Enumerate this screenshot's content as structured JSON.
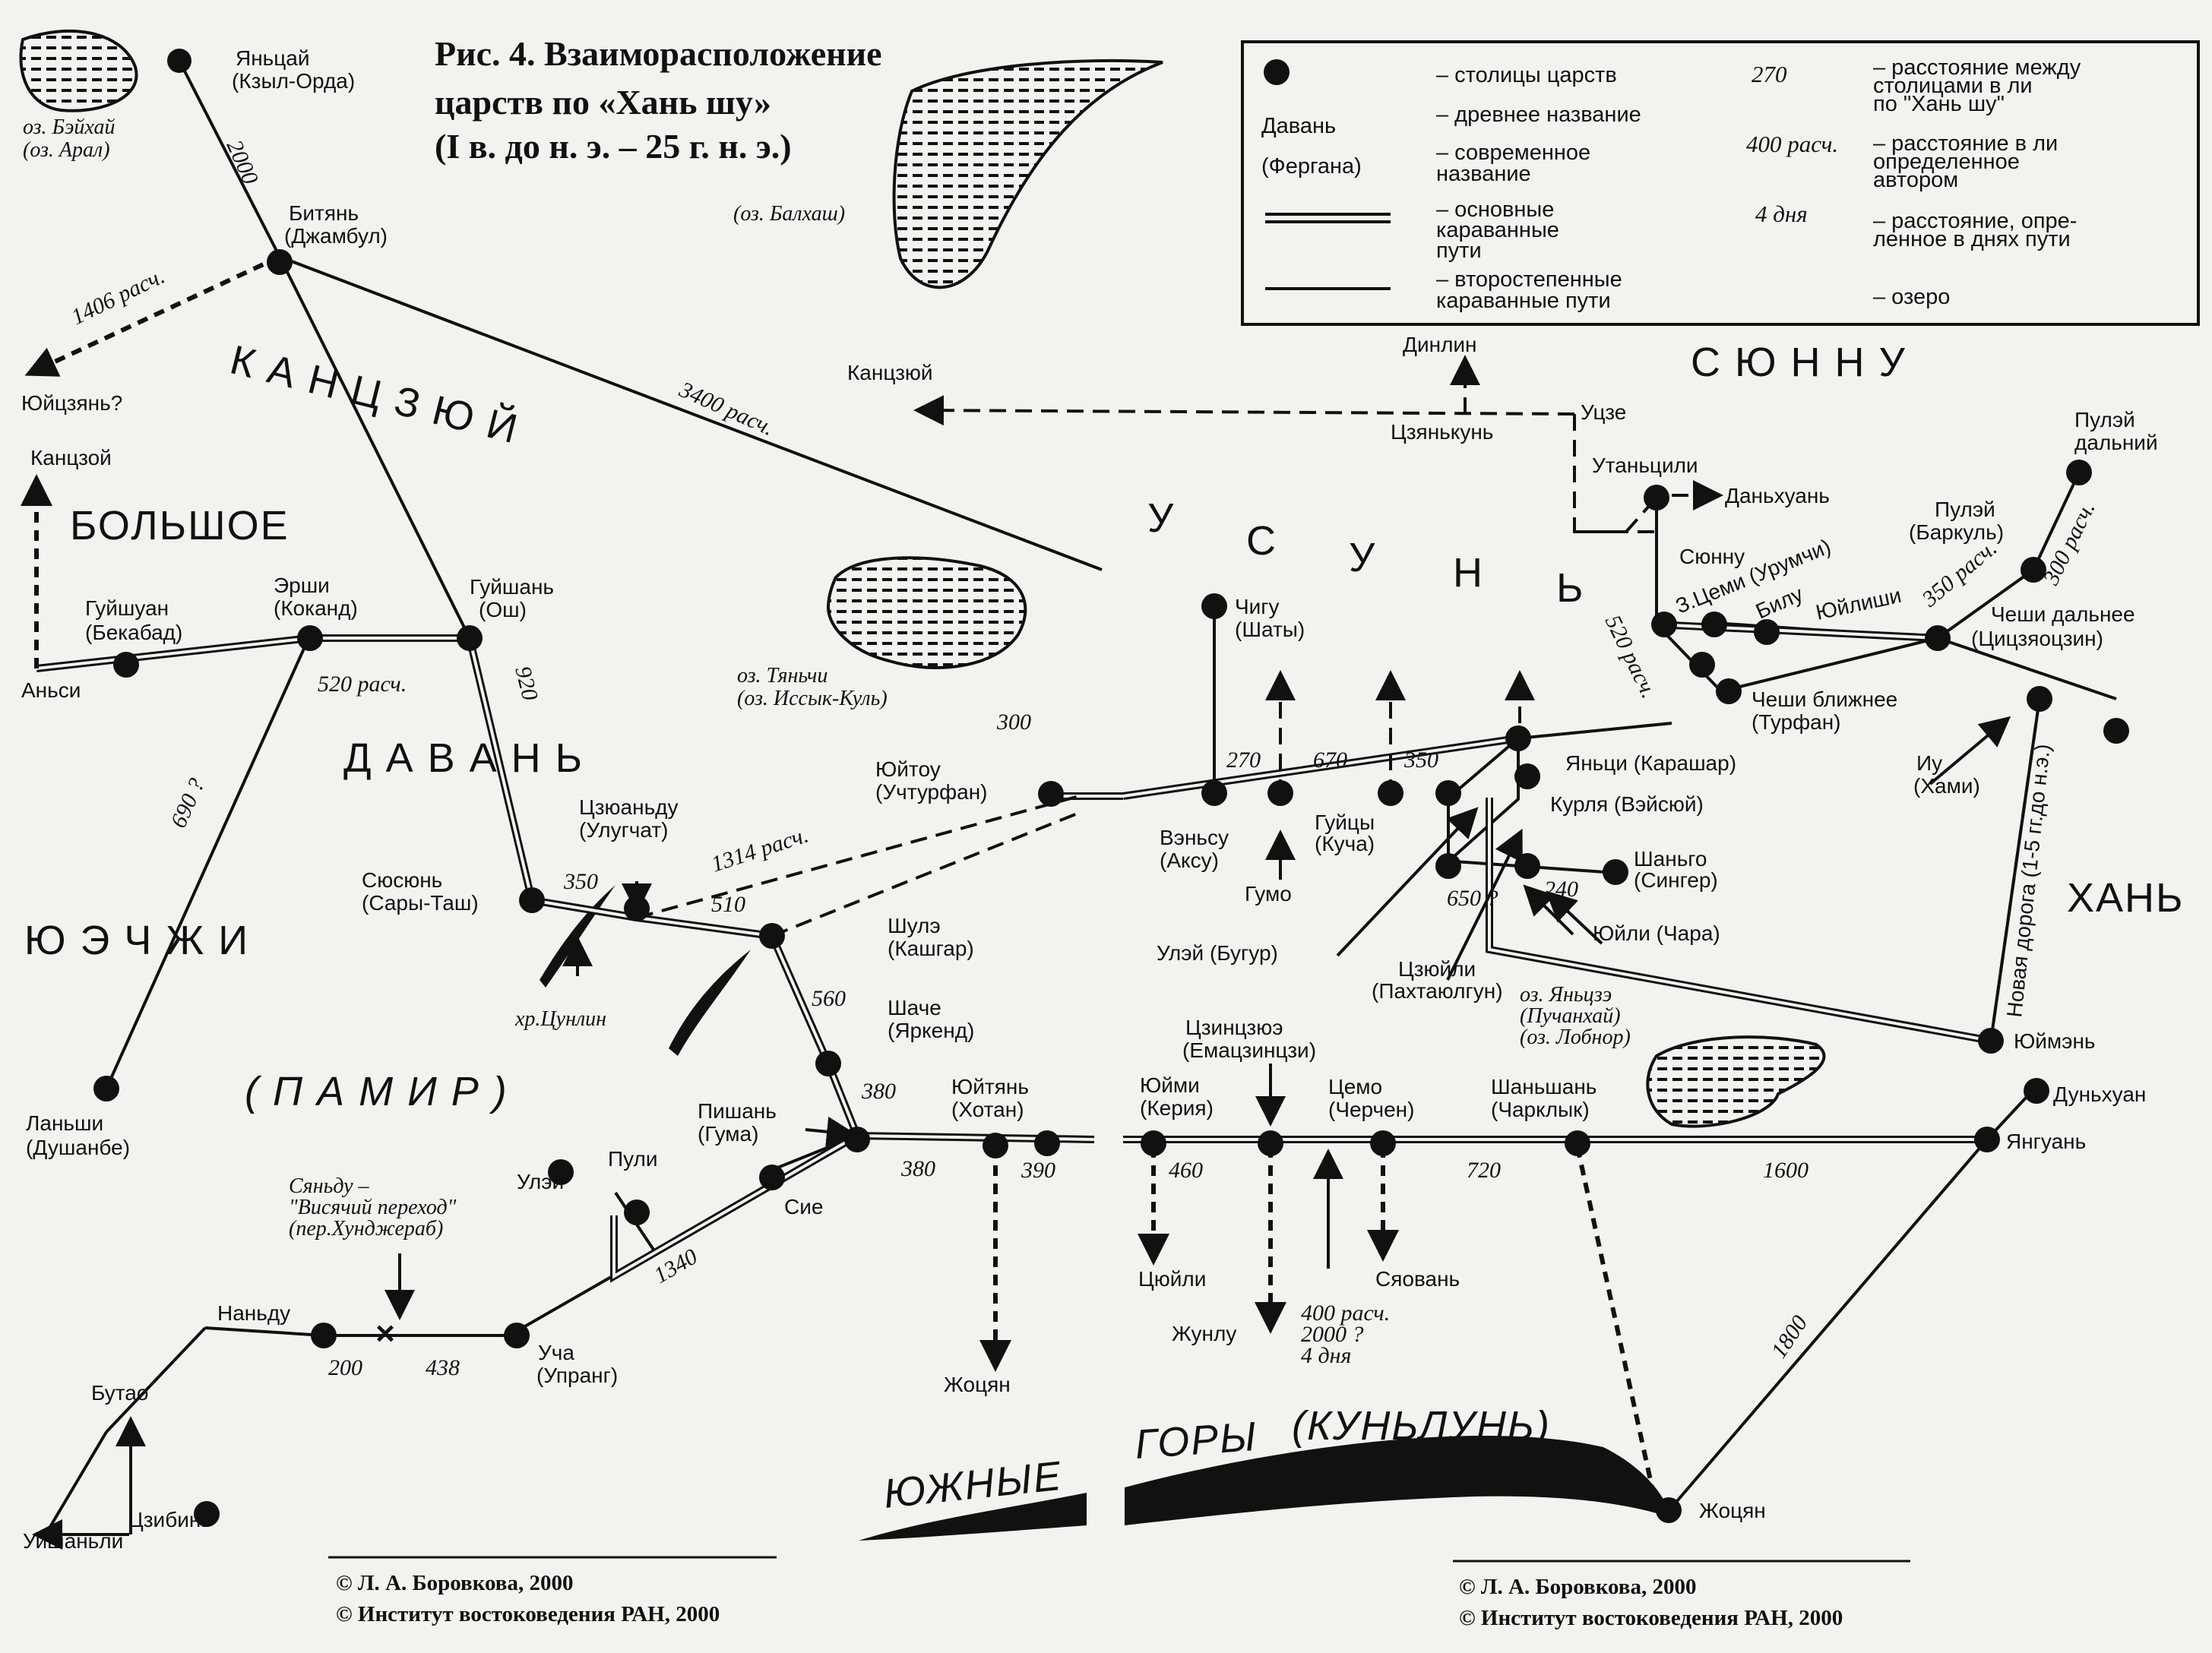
{
  "title": [
    "Рис. 4.  Взаиморасположение",
    "царств по «Хань шу»",
    "(I в. до н. э. – 25 г. н. э.)"
  ],
  "legend": {
    "capital": "– столицы царств",
    "ancient_sample": "Давань",
    "ancient": "– древнее название",
    "modern_sample": "(Фергана)",
    "modern": [
      "– современное",
      "название"
    ],
    "main_routes": [
      "– основные",
      "караванные",
      "пути"
    ],
    "secondary_routes": [
      "– второстепенные",
      "караванные пути"
    ],
    "dist_sample": "270",
    "dist_desc": [
      "– расстояние между",
      "столицами в ли",
      "по \"Хань шу\""
    ],
    "calc_sample": "400 расч.",
    "calc_desc": [
      "– расстояние в ли",
      "определенное",
      "автором"
    ],
    "days_sample": "4 дня",
    "days_desc": [
      "– расстояние, опре-",
      "ленное в днях пути"
    ],
    "lake": "– озеро"
  },
  "regions": [
    "К А Н Ц З Ю Й",
    "БОЛЬШОЕ",
    "Д А В А Н Ь",
    "Ю Э Ч Ж И",
    "( П А М И Р )",
    "С Ю Н Н У",
    "У",
    "С",
    "У",
    "Н",
    "Ь",
    "ХАНЬ",
    "ЮЖНЫЕ",
    "ГОРЫ",
    "(КУНЬЛУНЬ)"
  ],
  "lakes": [
    "оз. Бэйхай",
    "(оз. Арал)",
    "(оз. Балхаш)",
    "оз. Тяньчи",
    "(оз. Иссык-Куль)",
    "оз. Яньцзэ",
    "(Пучанхай)",
    "(оз. Лобнор)"
  ],
  "places": [
    "Яньцай",
    "(Кзыл-Орда)",
    "Битянь",
    "(Джамбул)",
    "Юйцзянь?",
    "Канцзой",
    "Аньси",
    "Гуйшуан",
    "(Бекабад)",
    "Эрши",
    "(Коканд)",
    "Гуйшань",
    "(Ош)",
    "Цзюаньду",
    "(Улугчат)",
    "Сюсюнь",
    "(Сары-Таш)",
    "Ланьши",
    "(Душанбе)",
    "Юйтоу",
    "(Учтурфан)",
    "Шулэ",
    "(Кашгар)",
    "Шаче",
    "(Яркенд)",
    "Пишань",
    "(Гума)",
    "Юйтянь",
    "(Хотан)",
    "Улэй",
    "Пули",
    "Сие",
    "Наньду",
    "Уча",
    "(Упранг)",
    "Бутао",
    "Цзибинь",
    "Уишаньли",
    "Жоцян",
    "Канцзюй",
    "Динлин",
    "Цзянькунь",
    "Уцзе",
    "Утаньцили",
    "Даньхуань",
    "Сюнну",
    "Чигу",
    "(Шаты)",
    "Вэньсу",
    "(Аксу)",
    "Гумо",
    "Гуйцы",
    "(Куча)",
    "Яньци (Карашар)",
    "Курля (Вэйсюй)",
    "Шаньго",
    "(Сингер)",
    "Юйли (Чара)",
    "Улэй (Бугур)",
    "Цзюйли",
    "(Пахтаюлгун)",
    "З.Цеми (Урумчи)",
    "Билу",
    "Юйлиши",
    "Пулэй",
    "дальний",
    "Пулэй",
    "(Баркуль)",
    "Чеши дальнее",
    "(Цицзяоцзин)",
    "Чеши ближнее",
    "(Турфан)",
    "Иу",
    "(Хами)",
    "Новая дорога (1-5 гг.до н.э.)",
    "Юймэнь",
    "Дуньхуан",
    "Янгуань",
    "Юйми",
    "(Керия)",
    "Цзинцзюэ",
    "(Емацзинцзи)",
    "Цемо",
    "(Черчен)",
    "Шаньшань",
    "(Чарклык)",
    "Цюйли",
    "Жунлу",
    "Сяовань",
    "Жоцян",
    "хр.Цунлин",
    "Сяньду –",
    "\"Висячий переход\"",
    "(пер.Хунджераб)"
  ],
  "distances": [
    "2000",
    "1406 расч.",
    "3400 расч.",
    "520 расч.",
    "690 ?",
    "920",
    "350",
    "510",
    "1314 расч.",
    "300",
    "560",
    "380",
    "380",
    "390",
    "1340",
    "200",
    "438",
    "270",
    "670",
    "350",
    "650 ?",
    "240",
    "520 расч.",
    "350 расч.",
    "300 расч.",
    "460",
    "720",
    "1600",
    "1800",
    "400 расч.",
    "2000 ?",
    "4 дня"
  ],
  "copyright": [
    "© Л. А. Боровкова, 2000",
    "© Институт востоковедения РАН, 2000"
  ]
}
